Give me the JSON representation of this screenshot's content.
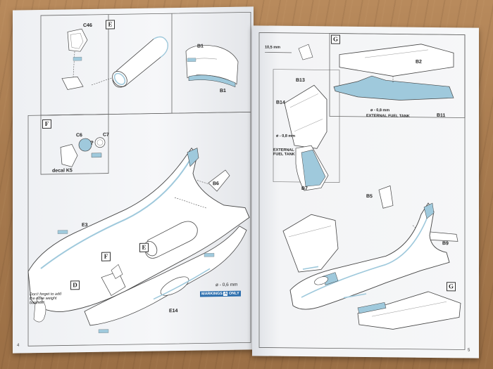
{
  "left_page": {
    "page_number": "4",
    "step_e": "E",
    "step_f": "F",
    "step_d": "D",
    "parts": {
      "c46": "C46",
      "b1_top": "B1",
      "b1_bottom": "B1",
      "c6": "C6",
      "c7": "C7",
      "decal": "decal K5",
      "b6": "B6",
      "e3": "E3",
      "e14": "E14"
    },
    "question_mark": "?",
    "drill": "ø - 0,6 mm",
    "markings": "MARKINGS",
    "markings_only": "ONLY",
    "note": "Don't forget to add the nose weight balance!"
  },
  "right_page": {
    "page_number": "5",
    "step_g": "G",
    "step_g_callout": "G",
    "parts": {
      "b2": "B2",
      "b13": "B13",
      "b14": "B14",
      "b11": "B11",
      "b7": "B7",
      "b5": "B5",
      "b9": "B9"
    },
    "dimension": "10,5 mm",
    "drill_upper": "ø - 0,8 mm",
    "fuel_tank_upper": "EXTERNAL FUEL TANK",
    "drill_lower": "ø - 0,8 mm",
    "fuel_tank_lower": "EXTERNAL FUEL TANK"
  },
  "colors": {
    "wood": "#a87b4f",
    "paper": "#f4f5f7",
    "part_blue": "#9fc9dc",
    "markings_blue": "#2d6fae"
  }
}
